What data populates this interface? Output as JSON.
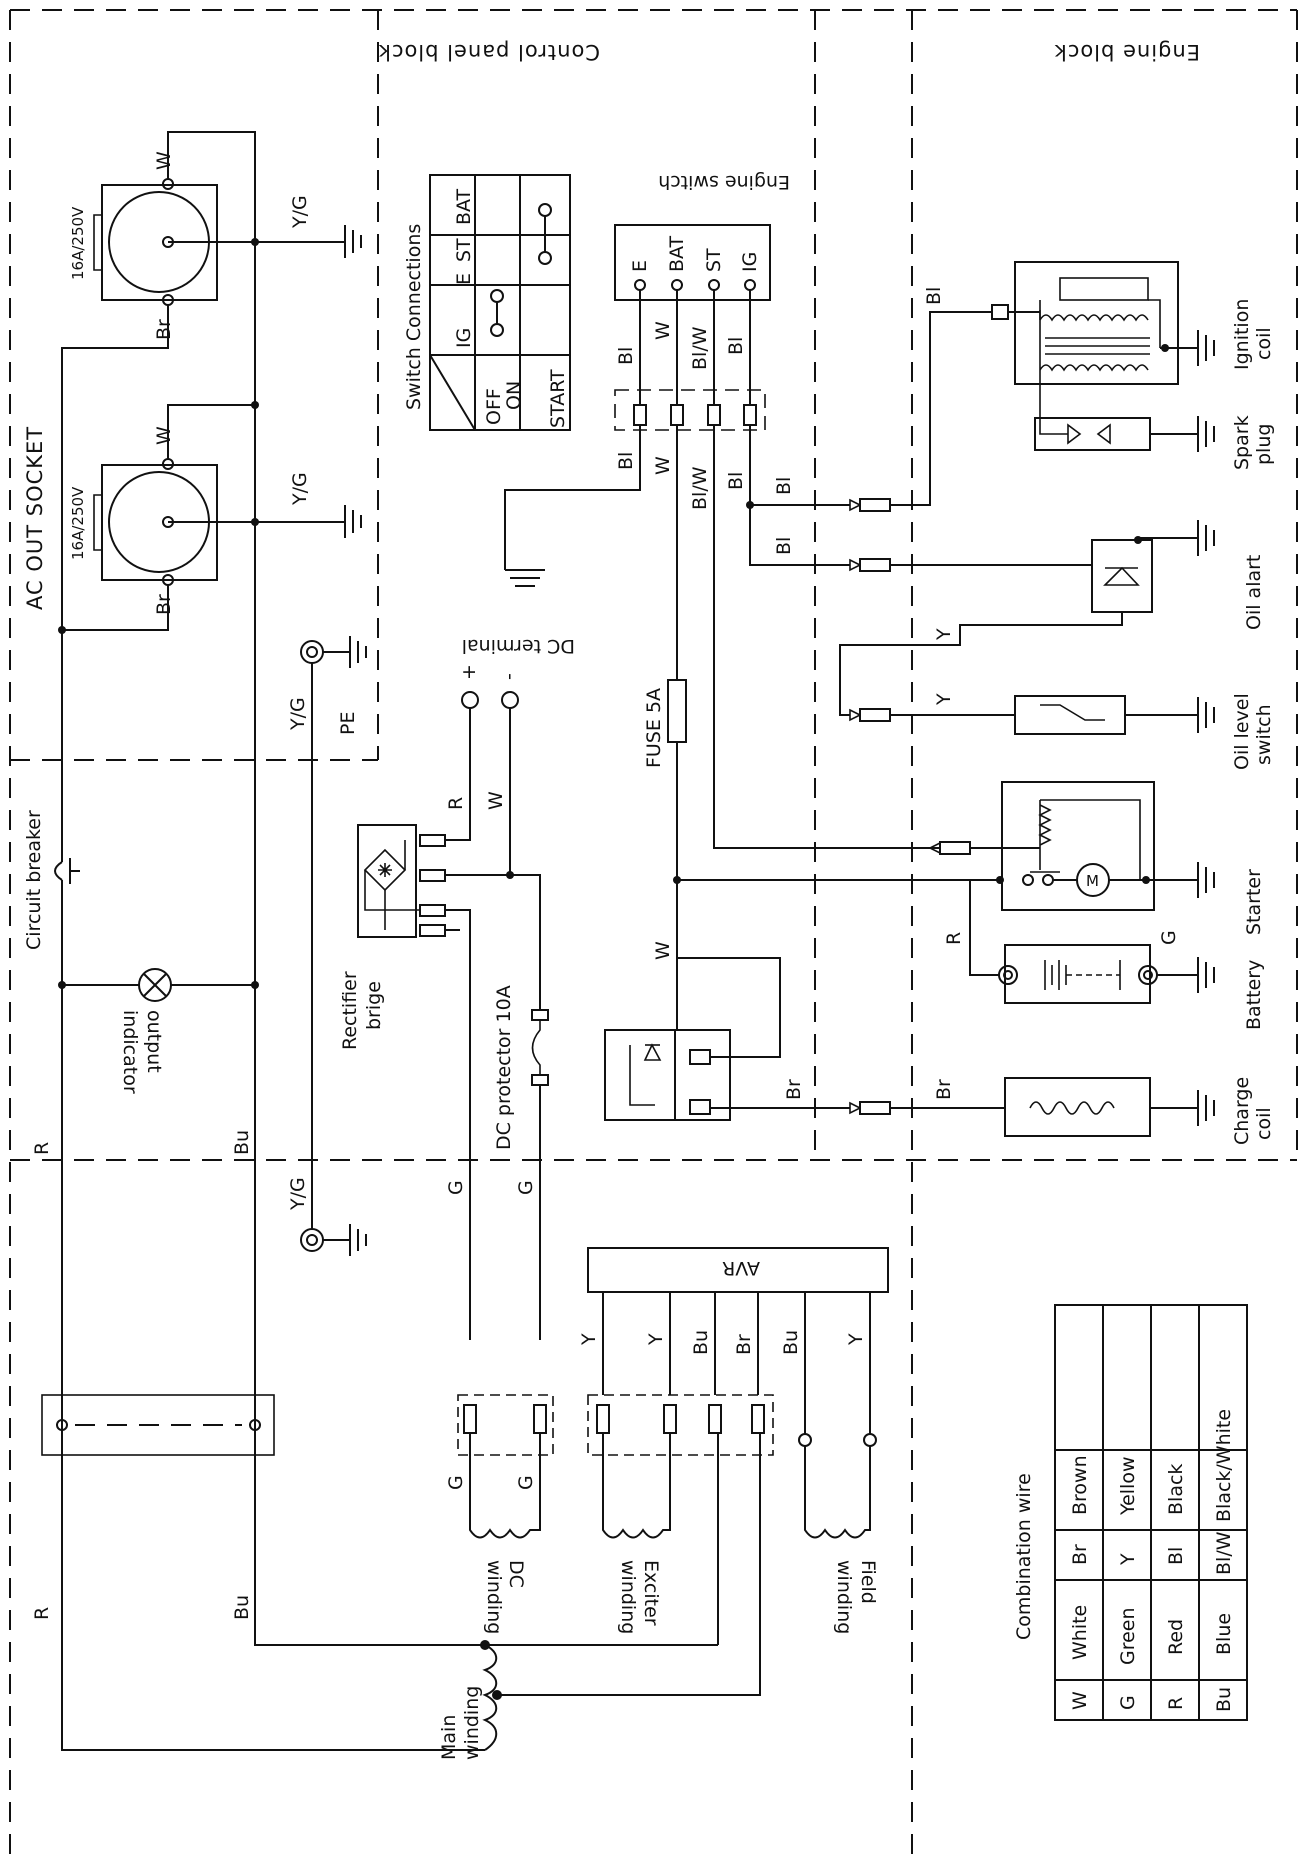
{
  "blocks": {
    "control_panel": "Control panel block",
    "engine": "Engine block",
    "ac_out_socket": "AC OUT SOCKET"
  },
  "sockets": [
    {
      "rating": "16A/250V",
      "w": "W",
      "br": "Br",
      "yg": "Y/G"
    },
    {
      "rating": "16A/250V",
      "w": "W",
      "br": "Br",
      "yg": "Y/G"
    }
  ],
  "switch_table": {
    "title": "Switch Connections",
    "columns": [
      "IG",
      "E",
      "ST",
      "BAT"
    ],
    "rows": [
      "OFF",
      "ON",
      "START"
    ]
  },
  "engine_switch": {
    "title": "Engine switch",
    "terminals": [
      "E",
      "BAT",
      "ST",
      "IG"
    ],
    "wires": [
      "Bl",
      "W",
      "Bl/W",
      "Bl"
    ]
  },
  "components": {
    "ignition_coil": [
      "Ignition",
      "coil"
    ],
    "spark_plug": [
      "Spark",
      "plug"
    ],
    "oil_alart": "Oil alart",
    "oil_level_switch": [
      "Oil level",
      "switch"
    ],
    "starter": "Starter",
    "battery": "Battery",
    "charge_coil": [
      "Charge",
      "coil"
    ],
    "circuit_breaker": "Circuit breaker",
    "output_indicator": [
      "output",
      "indicator"
    ],
    "dc_terminal": "DC terminal",
    "pe": "PE",
    "rectifier": [
      "Rectifier",
      "brige"
    ],
    "dc_protector": "DC protector 10A",
    "fuse": "FUSE 5A",
    "avr": "AVR",
    "main_winding": [
      "Main",
      "winding"
    ],
    "dc_winding": [
      "DC",
      "winding"
    ],
    "exciter_winding": [
      "Exciter",
      "winding"
    ],
    "field_winding": [
      "Field",
      "winding"
    ]
  },
  "wire_labels": {
    "bl": "Bl",
    "w": "W",
    "blw": "Bl/W",
    "y": "Y",
    "r": "R",
    "g": "G",
    "br": "Br",
    "bu": "Bu",
    "yg": "Y/G",
    "plus": "+",
    "minus": "-"
  },
  "legend": {
    "title": "Combination wire",
    "rows": [
      [
        "W",
        "White",
        "Br",
        "Brown"
      ],
      [
        "G",
        "Green",
        "Y",
        "Yellow"
      ],
      [
        "R",
        "Red",
        "Bl",
        "Black"
      ],
      [
        "Bu",
        "Blue",
        "Bl/W",
        "Black/White"
      ]
    ]
  },
  "colors": {
    "ink": "#111111",
    "paper": "#ffffff"
  }
}
